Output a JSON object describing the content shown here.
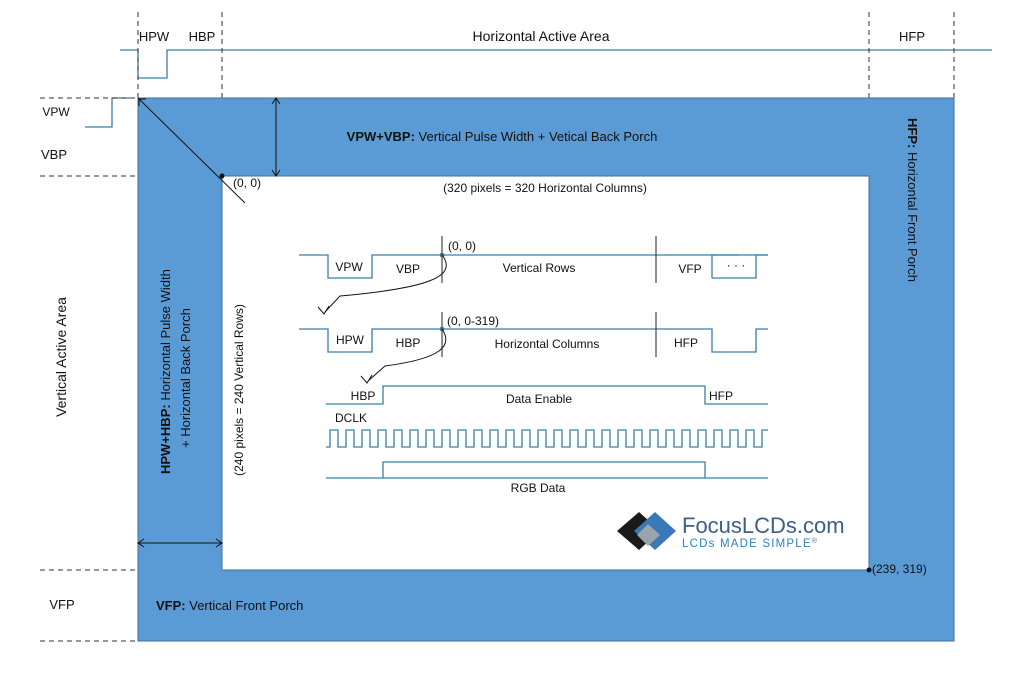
{
  "top": {
    "hpw": "HPW",
    "hbp": "HBP",
    "active": "Horizontal Active Area",
    "hfp": "HFP"
  },
  "left": {
    "vpw": "VPW",
    "vbp": "VBP",
    "active": "Vertical Active Area",
    "vfp": "VFP"
  },
  "bands": {
    "top_bold": "VPW+VBP:",
    "top_text": " Vertical Pulse Width + Vetical Back Porch",
    "right_bold": "HFP:",
    "right_text": " Horizontal Front Porch",
    "left_bold": "HPW+HBP:",
    "left_text_1": " Horizontal Pulse Width",
    "left_text_2": "+ Horizontal Back Porch",
    "bottom_bold": "VFP:",
    "bottom_text": " Vertical Front Porch"
  },
  "active": {
    "origin": "(0, 0)",
    "end": "(239, 319)",
    "columns_note": "(320 pixels = 320 Horizontal Columns)",
    "rows_note": "(240 pixels = 240 Vertical Rows)"
  },
  "timing": {
    "row1": {
      "vpw": "VPW",
      "vbp": "VBP",
      "origin": "(0, 0)",
      "rows": "Vertical  Rows",
      "vfp": "VFP",
      "ellipsis": "· · ·"
    },
    "row2": {
      "hpw": "HPW",
      "hbp": "HBP",
      "origin": "(0, 0-319)",
      "cols": "Horizontal  Columns",
      "hfp": "HFP"
    },
    "row3": {
      "hbp": "HBP",
      "de": "Data Enable",
      "hfp": "HFP"
    },
    "row4": {
      "dclk": "DCLK"
    },
    "row5": {
      "rgb": "RGB Data"
    }
  },
  "logo": {
    "name": "FocusLCDs.com",
    "tagline": "LCDs MADE SIMPLE",
    "reg": "®",
    "colors": {
      "dark": "#1a1a1a",
      "blue": "#3b78b8",
      "gray": "#9aa4ad"
    }
  },
  "colors": {
    "band": "#5b9bd5",
    "band_border": "#3d6f9f",
    "signal": "#3a7fa6"
  }
}
